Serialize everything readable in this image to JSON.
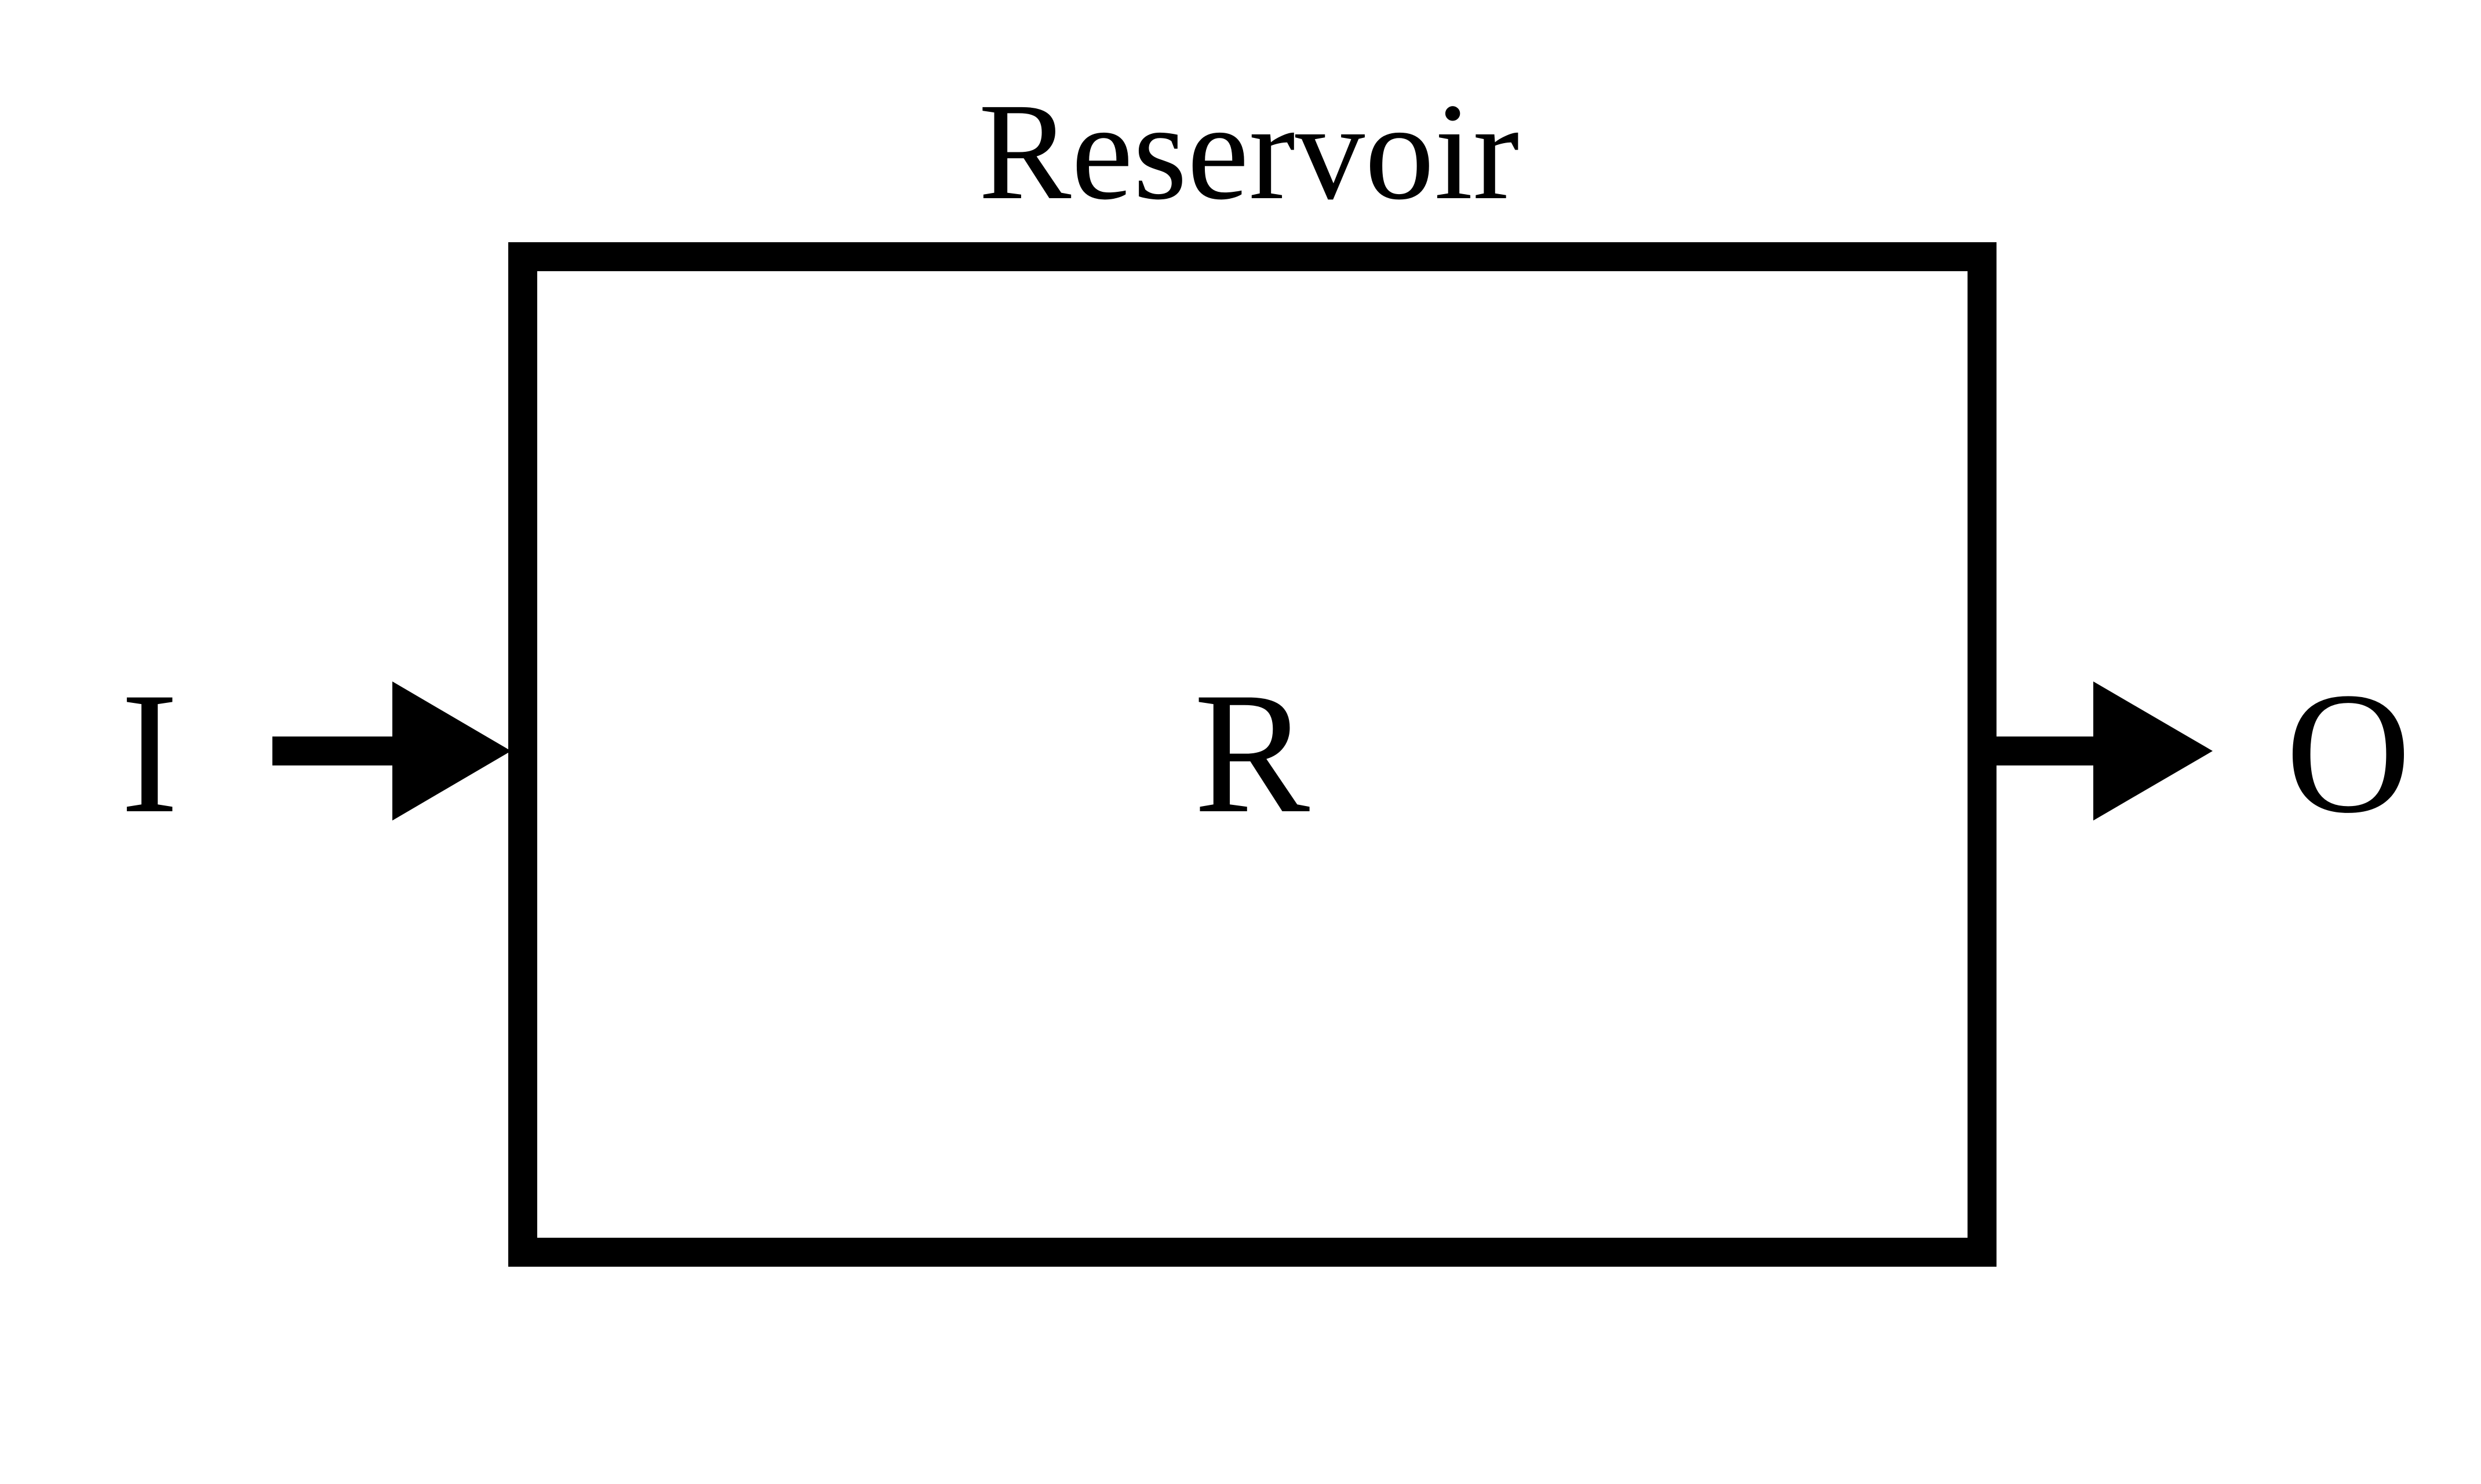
{
  "diagram": {
    "title": "Reservoir",
    "reservoir_label": "R",
    "input_label": "I",
    "output_label": "O",
    "colors": {
      "stroke": "#000000",
      "background": "#ffffff"
    }
  }
}
